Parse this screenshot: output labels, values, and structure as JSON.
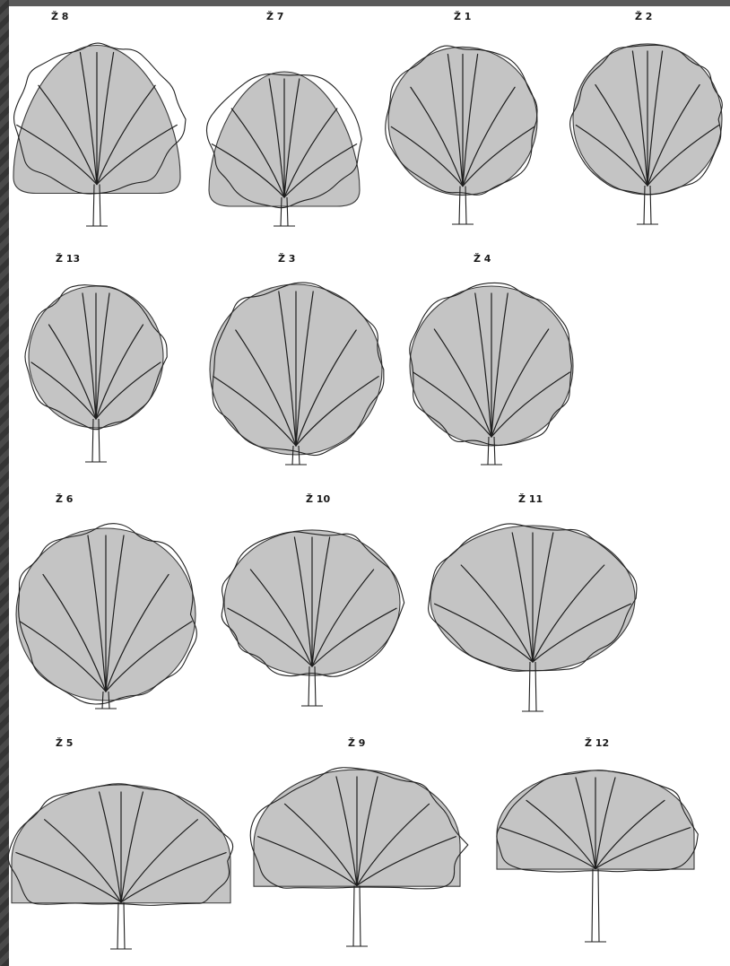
{
  "trees": [
    {
      "id": "t8",
      "label": "Ž 8"
    },
    {
      "id": "t7",
      "label": "Ž 7"
    },
    {
      "id": "t1",
      "label": "Ž 1"
    },
    {
      "id": "t2",
      "label": "Ž 2"
    },
    {
      "id": "t13",
      "label": "Ž 13"
    },
    {
      "id": "t3",
      "label": "Ž 3"
    },
    {
      "id": "t4",
      "label": "Ž 4"
    },
    {
      "id": "t6",
      "label": "Ž 6"
    },
    {
      "id": "t10",
      "label": "Ž 10"
    },
    {
      "id": "t11",
      "label": "Ž 11"
    },
    {
      "id": "t5",
      "label": "Ž 5"
    },
    {
      "id": "t9",
      "label": "Ž 9"
    },
    {
      "id": "t12",
      "label": "Ž 12"
    }
  ],
  "colors": {
    "crown_fill": "#c4c4c4",
    "line": "#1e1e1e",
    "frame": "#3d3d3d"
  }
}
